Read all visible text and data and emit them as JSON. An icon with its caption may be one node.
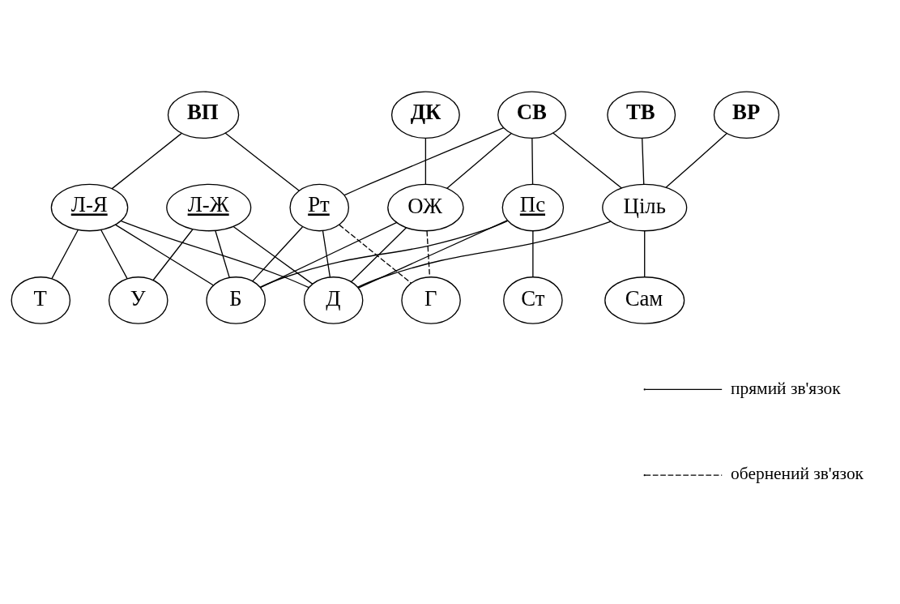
{
  "diagram": {
    "nodes": [
      {
        "text": [
          "СВ"
        ]
      },
      {
        "text": [
          "ВП"
        ]
      },
      {
        "text": [
          "ДК"
        ]
      },
      {
        "text": [
          "ВР"
        ]
      },
      {
        "text": [
          "ОЖ"
        ]
      },
      {
        "text": [
          "ТВ"
        ]
      },
      {
        "text": [
          "Рт"
        ]
      },
      {
        "text": [
          "Л-Я"
        ]
      },
      {
        "text": [
          "Пс"
        ]
      },
      {
        "text": [
          "Л-Ж"
        ]
      },
      {
        "text": [
          "Ціль"
        ]
      },
      {
        "text": [
          "Д"
        ]
      },
      {
        "text": [
          "Б"
        ]
      },
      {
        "text": [
          "Ст"
        ]
      },
      {
        "text": [
          "Т"
        ]
      },
      {
        "text": [
          "Сам"
        ]
      },
      {
        "text": [
          "Г"
        ]
      },
      {
        "text": [
          "У"
        ]
      }
    ],
    "edges": [
      {
        "from": 0,
        "to": 10,
        "arrow": "none"
      },
      {
        "from": 0,
        "to": 8,
        "arrow": "none"
      },
      {
        "from": 0,
        "to": 6,
        "arrow": "none"
      },
      {
        "from": 0,
        "to": 4,
        "arrow": "none"
      },
      {
        "from": 1,
        "to": 6,
        "arrow": "none"
      },
      {
        "from": 1,
        "to": 7,
        "arrow": "none"
      },
      {
        "from": 2,
        "to": 4,
        "arrow": "none"
      },
      {
        "from": 3,
        "to": 10,
        "arrow": "none"
      },
      {
        "from": 5,
        "to": 10,
        "arrow": "none"
      },
      {
        "from": 4,
        "to": 11,
        "arrow": "none"
      },
      {
        "from": 4,
        "to": 12,
        "arrow": "none"
      },
      {
        "from": 4,
        "to": 16,
        "arrow": "none",
        "style": "dashed"
      },
      {
        "from": 6,
        "to": 11,
        "arrow": "none"
      },
      {
        "from": 6,
        "to": 12,
        "arrow": "none"
      },
      {
        "from": 6,
        "to": 16,
        "arrow": "none",
        "style": "dashed"
      },
      {
        "from": 8,
        "to": 13,
        "arrow": "none"
      },
      {
        "from": 8,
        "to": 11,
        "arrow": "none"
      },
      {
        "from": 8,
        "to": 12,
        "arrow": "none"
      },
      {
        "from": 10,
        "to": 11,
        "arrow": "none"
      },
      {
        "from": 10,
        "to": 15,
        "arrow": "none"
      },
      {
        "from": 7,
        "to": 11,
        "arrow": "none"
      },
      {
        "from": 7,
        "to": 17,
        "arrow": "none"
      },
      {
        "from": 7,
        "to": 12,
        "arrow": "none"
      },
      {
        "from": 7,
        "to": 14,
        "arrow": "none"
      },
      {
        "from": 9,
        "to": 11,
        "arrow": "none"
      },
      {
        "from": 9,
        "to": 12,
        "arrow": "none"
      },
      {
        "from": 9,
        "to": 17,
        "arrow": "none"
      }
    ],
    "legend": [
      {
        "text": "прямий зв'язок"
      },
      {
        "text": "обернений зв'язок"
      }
    ]
  }
}
